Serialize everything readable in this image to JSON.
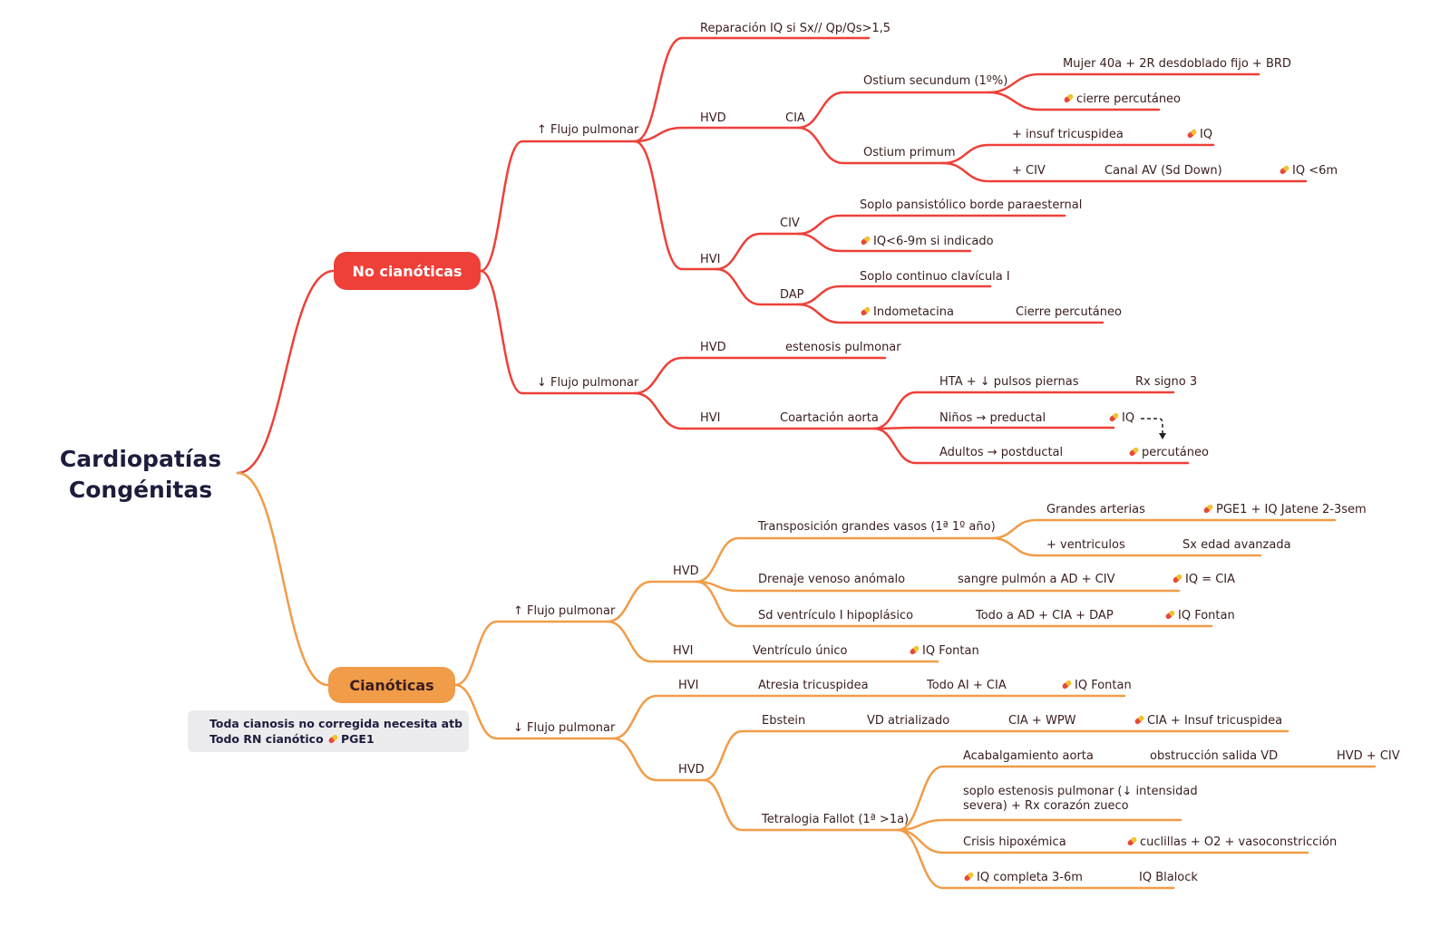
{
  "root": {
    "line1": "Cardiopatías",
    "line2": "Congénitas"
  },
  "colors": {
    "red": "#ee4039",
    "orange": "#f09c48",
    "pill_red": "#e64a3a",
    "pill_yellow": "#f2c230"
  },
  "icons": {
    "treatment": "pill-icon"
  },
  "no_cianoticas": {
    "label": "No cianóticas",
    "up_flow": "↑ Flujo pulmonar",
    "repair": "Reparación IQ si Sx// Qp/Qs>1,5",
    "hvd": "HVD",
    "cia": "CIA",
    "ostium_secundum": "Ostium secundum (1º%)",
    "mujer": "Mujer 40a + 2R desdoblado fijo + BRD",
    "cierre_perc": "cierre percutáneo",
    "ostium_primum": "Ostium primum",
    "insuf_tric": "+ insuf tricuspidea",
    "iq": "IQ",
    "plus_civ": "+ CIV",
    "canal_av": "Canal AV (Sd Down)",
    "iq_6m": "IQ <6m",
    "hvi": "HVI",
    "civ": "CIV",
    "soplo_pansist": "Soplo pansistólico borde paraesternal",
    "iq_6_9": "IQ<6-9m si indicado",
    "dap": "DAP",
    "soplo_continuo": "Soplo continuo clavícula I",
    "indometacina": "Indometacina",
    "cierre_perc2": "Cierre percutáneo",
    "down_flow": "↓ Flujo pulmonar",
    "hvd2": "HVD",
    "estenosis": "estenosis pulmonar",
    "hvi2": "HVI",
    "coartacion": "Coartación aorta",
    "hta": "HTA + ↓ pulsos piernas",
    "rx3": "Rx signo 3",
    "ninos": "Niños → preductal",
    "iq2": "IQ",
    "adultos": "Adultos → postductal",
    "percutaneo": "percutáneo"
  },
  "cianoticas": {
    "label": "Cianóticas",
    "note_line1": "Toda cianosis no corregida necesita atb",
    "note_line2": "Todo RN cianótico",
    "note_pge": "PGE1",
    "up_flow": "↑ Flujo pulmonar",
    "hvd": "HVD",
    "transposicion": "Transposición grandes vasos (1ª 1º año)",
    "grandes_arterias": "Grandes arterias",
    "pge_jatene": "PGE1 + IQ Jatene 2-3sem",
    "ventriculos": "+ ventriculos",
    "sx_edad": "Sx edad avanzada",
    "drenaje": "Drenaje venoso anómalo",
    "sangre": "sangre pulmón a AD + CIV",
    "iq_cia": "IQ = CIA",
    "sd_ventriculo": "Sd ventrículo I hipoplásico",
    "todo_ad": "Todo a AD + CIA + DAP",
    "iq_fontan1": "IQ Fontan",
    "hvi": "HVI",
    "ventriculo_unico": "Ventrículo único",
    "iq_fontan2": "IQ Fontan",
    "down_flow": "↓ Flujo pulmonar",
    "hvi2": "HVI",
    "atresia": "Atresia tricuspidea",
    "todo_ai": "Todo AI + CIA",
    "iq_fontan3": "IQ Fontan",
    "hvd2": "HVD",
    "ebstein": "Ebstein",
    "vd_atrializado": "VD atrializado",
    "cia_wpw": "CIA + WPW",
    "cia_insuf": "CIA + Insuf tricuspidea",
    "tetralogia": "Tetralogia Fallot (1ª >1a)",
    "acabalgamiento": "Acabalgamiento aorta",
    "obstruccion": "obstrucción salida VD",
    "hvd_civ": "HVD + CIV",
    "soplo_estenosis_1": "soplo estenosis pulmonar (↓  intensidad",
    "soplo_estenosis_2": "severa) + Rx corazón zueco",
    "crisis": "Crisis hipoxémica",
    "cuclillas": "cuclillas + O2 + vasoconstricción",
    "iq_completa": "IQ completa 3-6m",
    "iq_blalock": "IQ Blalock"
  }
}
